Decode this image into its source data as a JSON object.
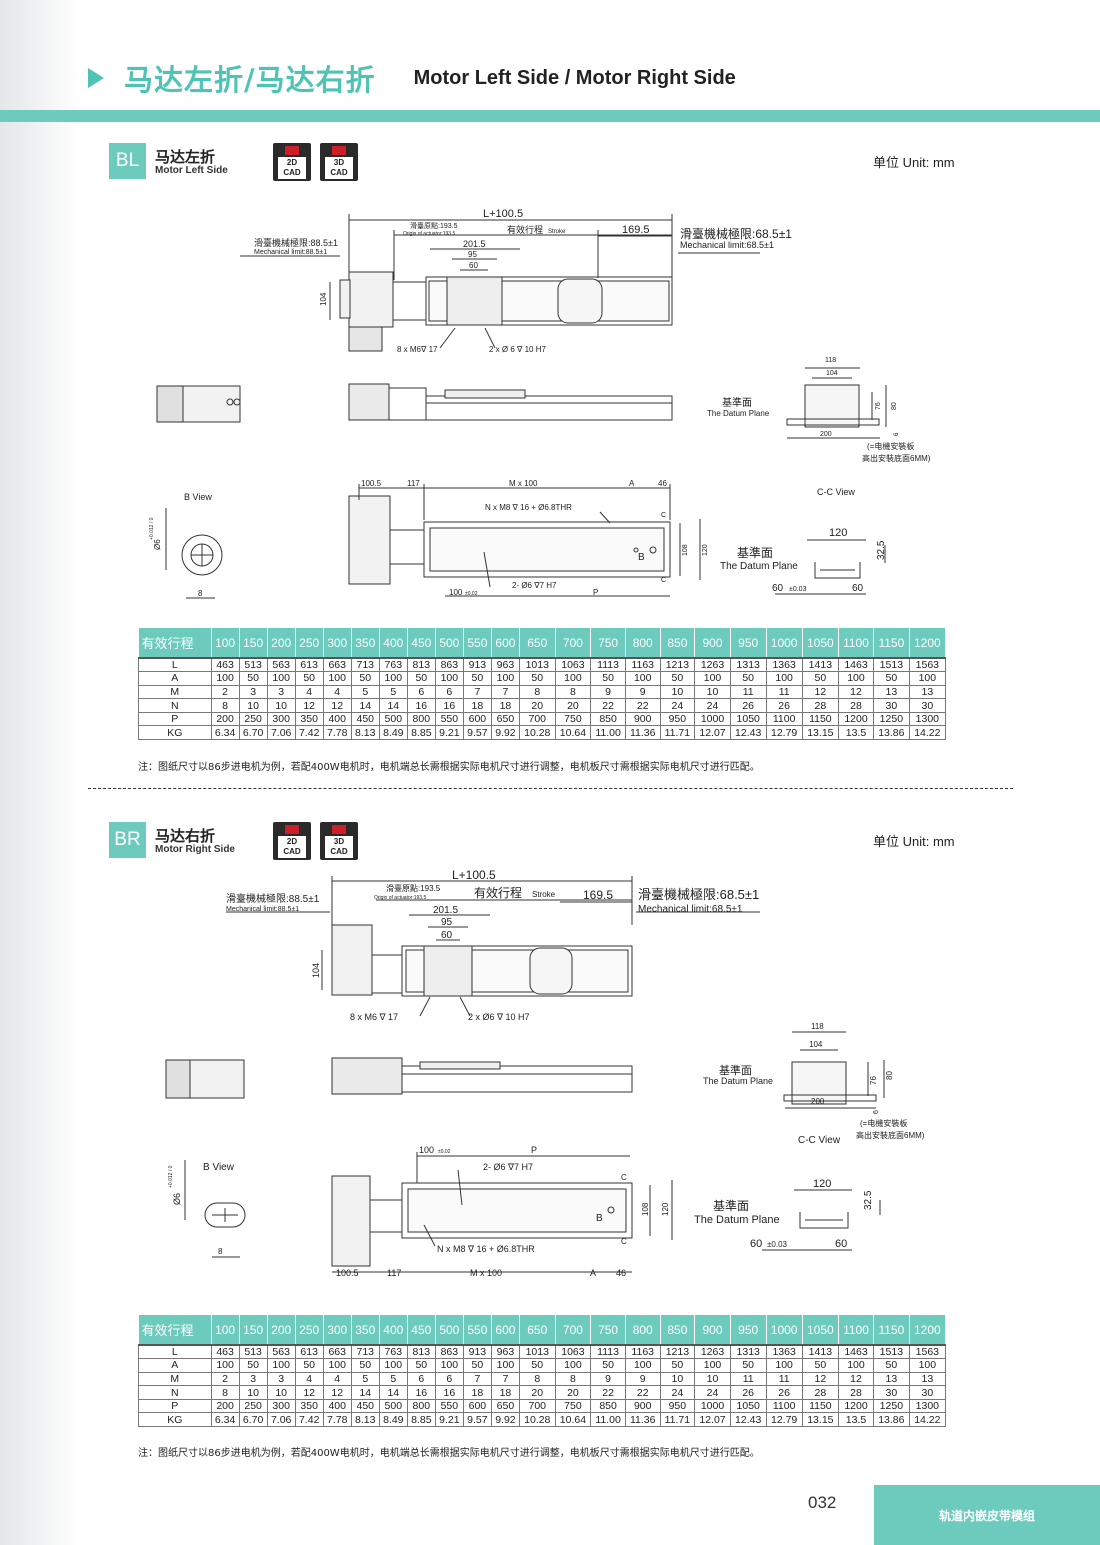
{
  "header": {
    "title_cn": "马达左折/马达右折",
    "title_en": "Motor Left Side / Motor Right Side"
  },
  "cad_labels": {
    "d2_a": "2D",
    "d2_b": "CAD",
    "d3_a": "3D",
    "d3_b": "CAD"
  },
  "sections": [
    {
      "code": "BL",
      "name_cn": "马达左折",
      "name_en": "Motor Left Side"
    },
    {
      "code": "BR",
      "name_cn": "马达右折",
      "name_en": "Motor Right Side"
    }
  ],
  "unit": "单位 Unit: mm",
  "dims": {
    "total": "L+100.5",
    "origin_cn": "滑臺原點:193.5",
    "origin_en": "Origin of actuator:193.5",
    "stroke_cn": "有效行程",
    "stroke_en": "Stroke",
    "d169": "169.5",
    "mech_left_cn": "滑臺機械極限:88.5±1",
    "mech_left_en": "Mechanical limit:88.5±1",
    "mech_right_cn": "滑臺機械極限:68.5±1",
    "mech_right_en": "Mechanical limit:68.5±1",
    "d201": "201.5",
    "d95": "95",
    "d60": "60",
    "d104": "104",
    "screw_bl": "8 x M6∇ 17",
    "pin_bl": "2 x Ø 6 ∇ 10 H7",
    "screw_br": "8 x  M6 ∇ 17",
    "pin_br": "2 x Ø6 ∇ 10 H7",
    "w118": "118",
    "w104": "104",
    "w200": "200",
    "h76": "76",
    "h80": "80",
    "h6": "6",
    "datum_cn": "基準面",
    "datum_en": "The Datum Plane",
    "motor_note_1": "(=电機安裝板",
    "motor_note_2": "高出安裝底面6MM)",
    "b_view": "B View",
    "cc_view": "C-C View",
    "d100_5": "100.5",
    "d117": "117",
    "m100": "M x 100",
    "da": "A",
    "d46": "46",
    "nholes": "N x M8 ∇ 16 + Ø6.8THR",
    "nholes_br": "N x  M8 ∇ 16 + Ø6.8THR",
    "c": "C",
    "b": "B",
    "h108": "108",
    "h120": "120",
    "w120": "120",
    "pin2": "2- Ø6 ∇7 H7",
    "d100_02": "100",
    "tol02": "±0.02",
    "p": "P",
    "h325": "32.5",
    "w60": "60",
    "tol03": "±0.03",
    "w8": "8",
    "dia6": "Ø6",
    "dia6_tol": "+0.012 / 0"
  },
  "table": {
    "header": [
      "有效行程",
      "100",
      "150",
      "200",
      "250",
      "300",
      "350",
      "400",
      "450",
      "500",
      "550",
      "600",
      "650",
      "700",
      "750",
      "800",
      "850",
      "900",
      "950",
      "1000",
      "1050",
      "1100",
      "1150",
      "1200"
    ],
    "rows": [
      [
        "L",
        "463",
        "513",
        "563",
        "613",
        "663",
        "713",
        "763",
        "813",
        "863",
        "913",
        "963",
        "1013",
        "1063",
        "1113",
        "1163",
        "1213",
        "1263",
        "1313",
        "1363",
        "1413",
        "1463",
        "1513",
        "1563"
      ],
      [
        "A",
        "100",
        "50",
        "100",
        "50",
        "100",
        "50",
        "100",
        "50",
        "100",
        "50",
        "100",
        "50",
        "100",
        "50",
        "100",
        "50",
        "100",
        "50",
        "100",
        "50",
        "100",
        "50",
        "100"
      ],
      [
        "M",
        "2",
        "3",
        "3",
        "4",
        "4",
        "5",
        "5",
        "6",
        "6",
        "7",
        "7",
        "8",
        "8",
        "9",
        "9",
        "10",
        "10",
        "11",
        "11",
        "12",
        "12",
        "13",
        "13"
      ],
      [
        "N",
        "8",
        "10",
        "10",
        "12",
        "12",
        "14",
        "14",
        "16",
        "16",
        "18",
        "18",
        "20",
        "20",
        "22",
        "22",
        "24",
        "24",
        "26",
        "26",
        "28",
        "28",
        "30",
        "30"
      ],
      [
        "P",
        "200",
        "250",
        "300",
        "350",
        "400",
        "450",
        "500",
        "800",
        "550",
        "600",
        "650",
        "700",
        "750",
        "850",
        "900",
        "950",
        "1000",
        "1050",
        "1100",
        "1150",
        "1200",
        "1250",
        "1300"
      ],
      [
        "KG",
        "6.34",
        "6.70",
        "7.06",
        "7.42",
        "7.78",
        "8.13",
        "8.49",
        "8.85",
        "9.21",
        "9.57",
        "9.92",
        "10.28",
        "10.64",
        "11.00",
        "11.36",
        "11.71",
        "12.07",
        "12.43",
        "12.79",
        "13.15",
        "13.5",
        "13.86",
        "14.22"
      ]
    ]
  },
  "note": "注：图纸尺寸以86步进电机为例，若配400W电机时，电机端总长需根据实际电机尺寸进行调整，电机板尺寸需根据实际电机尺寸进行匹配。",
  "footer": {
    "page": "032",
    "label": "轨道内嵌皮带模组"
  }
}
